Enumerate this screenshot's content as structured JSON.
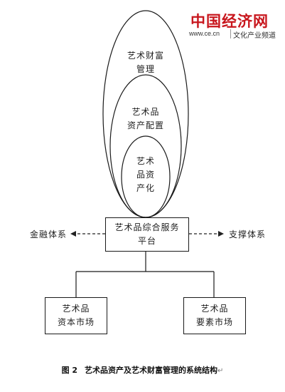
{
  "watermark": {
    "logo": "中国经济网",
    "url": "www.ce.cn",
    "channel": "文化产业频道"
  },
  "diagram": {
    "ellipse_outer_label": "艺术财富\n管理",
    "ellipse_middle_label": "艺术品\n资产配置",
    "ellipse_inner_label": "艺术\n品资\n产化",
    "platform_label": "艺术品综合服务\n平台",
    "left_label": "金融体系",
    "right_label": "支撑体系",
    "capital_market_label": "艺术品\n资本市场",
    "factor_market_label": "艺术品\n要素市场"
  },
  "caption": {
    "number": "图 2",
    "text": "艺术品资产及艺术财富管理的系统结构",
    "mark": "↵"
  }
}
